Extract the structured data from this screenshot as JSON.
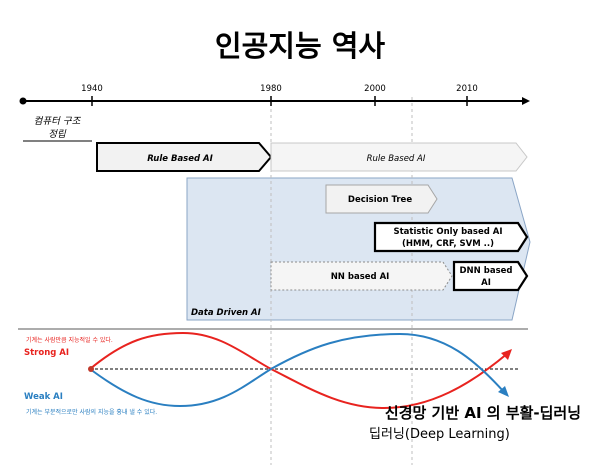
{
  "title": "인공지능 역사",
  "timeline": {
    "years": [
      "1940",
      "1980",
      "2000",
      "2010"
    ],
    "origin_label_line1": "컴퓨터 구조",
    "origin_label_line2": "정립"
  },
  "blocks": {
    "rule_based_early": "Rule Based AI",
    "rule_based_late": "Rule Based AI",
    "decision_tree": "Decision Tree",
    "statistic_line1": "Statistic Only based AI",
    "statistic_line2": "(HMM, CRF, SVM ..)",
    "nn_based": "NN based AI",
    "dnn_line1": "DNN based",
    "dnn_line2": "AI",
    "data_driven": "Data Driven AI"
  },
  "waves": {
    "strong_caption": "기계는 사람만큼 지능적일 수 있다.",
    "strong_label": "Strong AI",
    "weak_label": "Weak AI",
    "weak_caption": "기계는 부분적으로만 사람의 지능을 흉내 낼 수 있다."
  },
  "footer": {
    "headline": "신경망 기반 AI 의 부활-딥러닝",
    "subline": "딥러닝(Deep Learning)"
  },
  "colors": {
    "strong": "#e8231f",
    "weak": "#2a7fc1",
    "data_driven_fill": "#dce6f2",
    "data_driven_stroke": "#8aa5c6",
    "light_gray": "#f2f2f2"
  }
}
